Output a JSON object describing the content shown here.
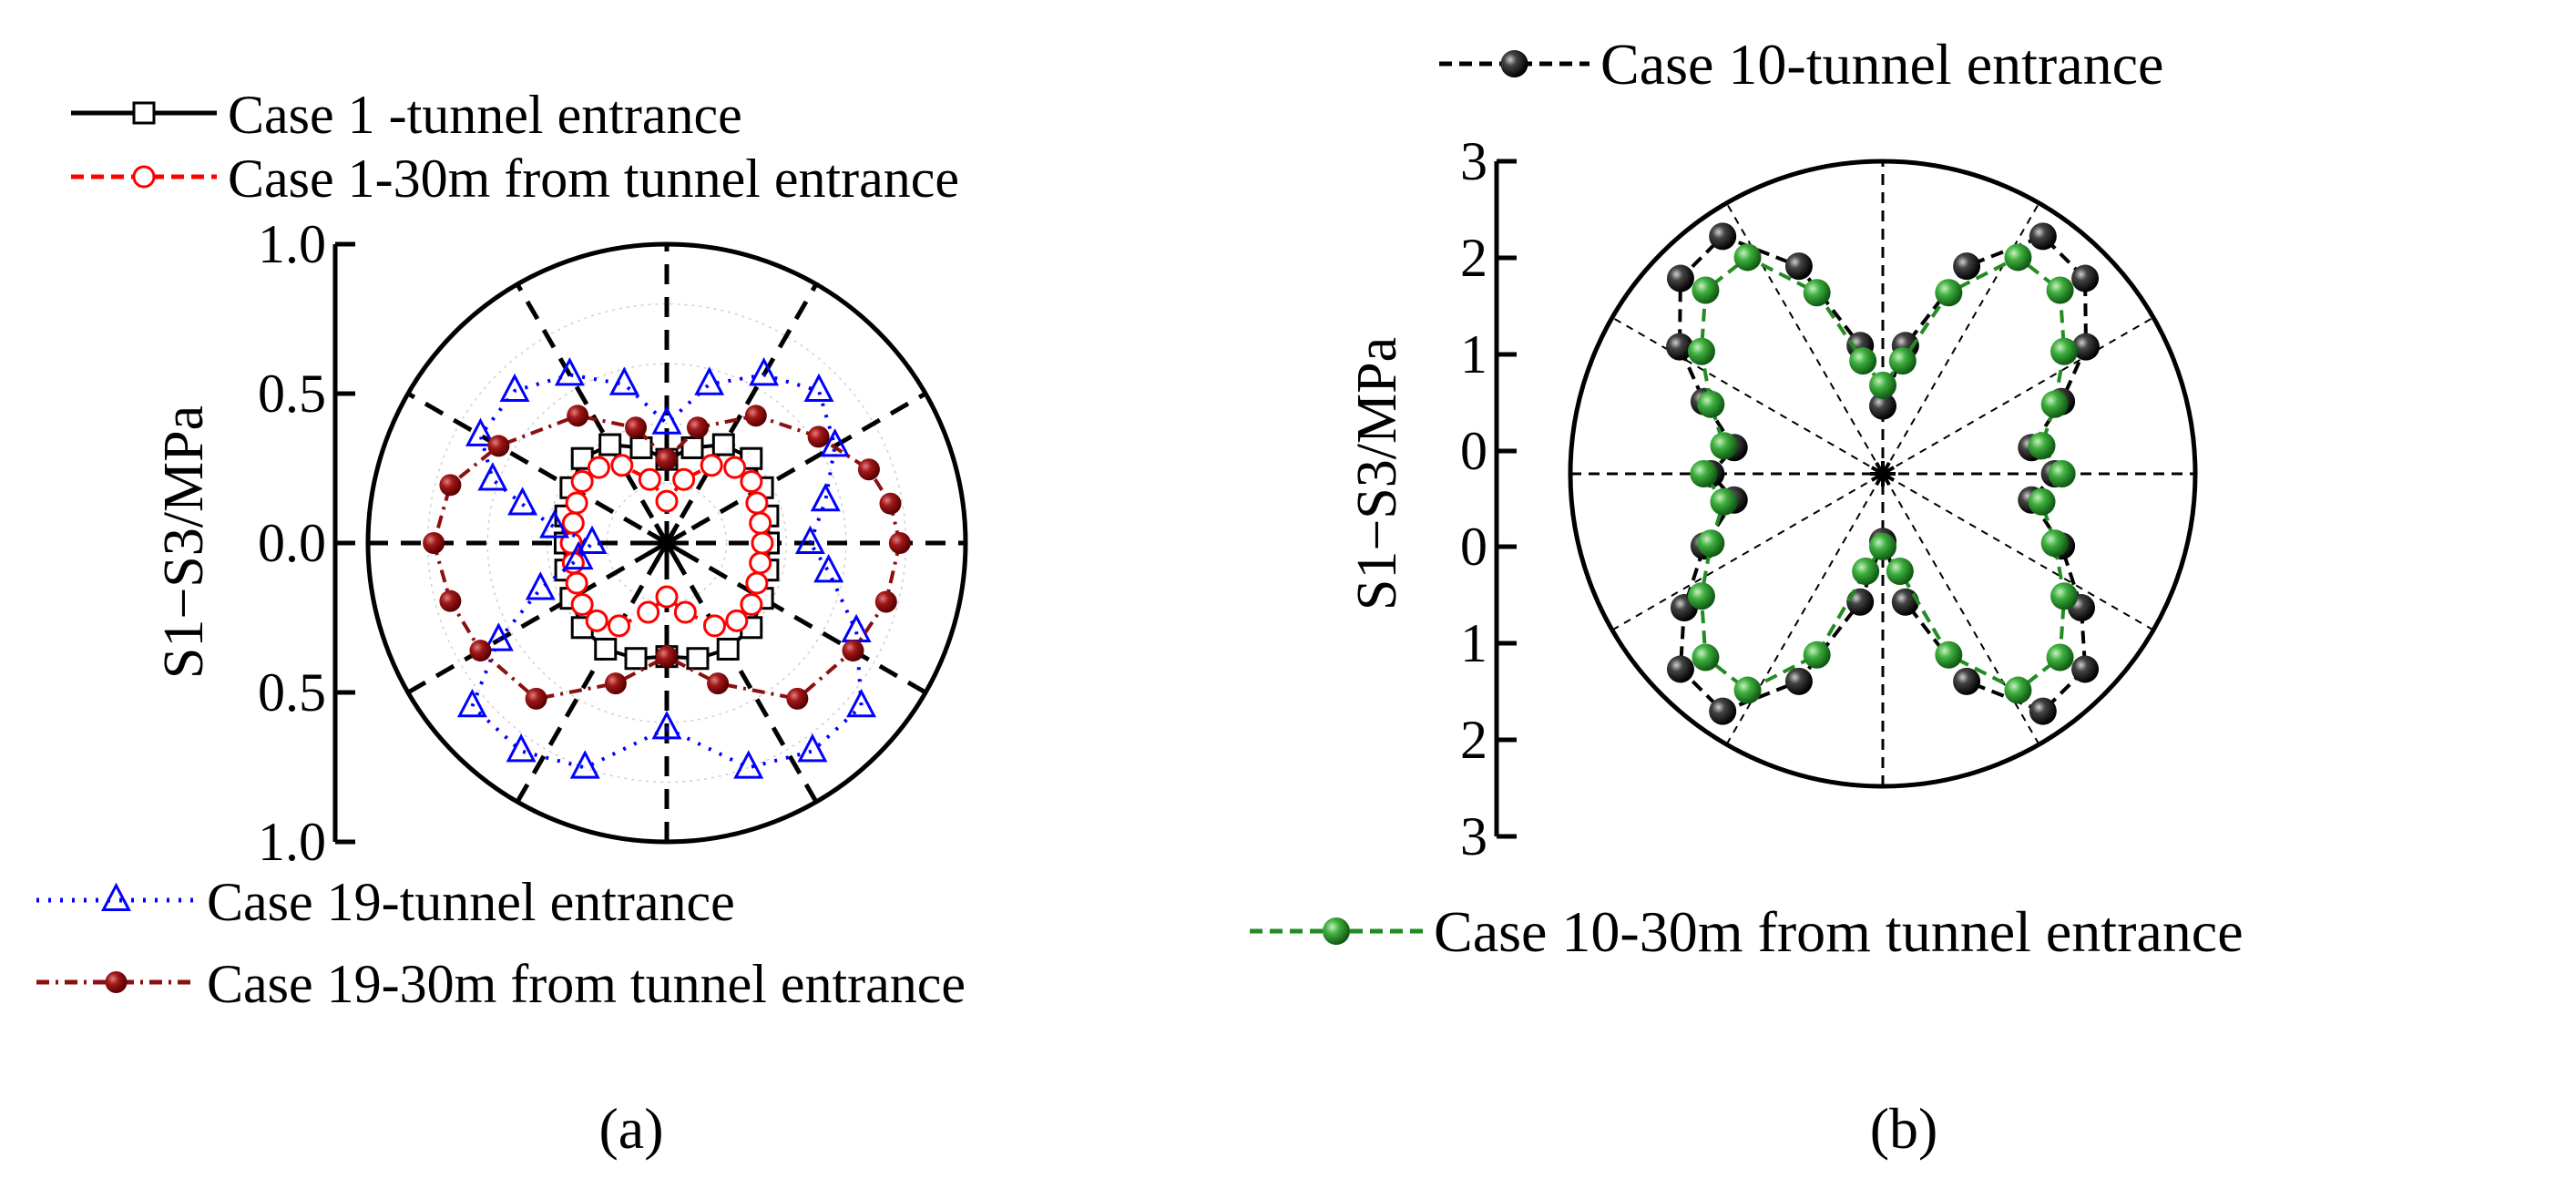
{
  "chart_data": [
    {
      "panel": "(a)",
      "type": "polar-scatter-line",
      "ylabel": "S1−S3/MPa",
      "rlim": [
        0,
        1.0
      ],
      "r_axis_ticks": [
        "1.0",
        "0.5",
        "0.0",
        "0.5",
        "1.0"
      ],
      "grid": true,
      "legend_placement": "top and bottom",
      "series": [
        {
          "name": "Case 1 -tunnel entrance",
          "color": "#000000",
          "marker": "square-open",
          "line": "solid",
          "points": [
            {
              "theta": 0,
              "r": 0.34
            },
            {
              "theta": 15,
              "r": 0.35
            },
            {
              "theta": 30,
              "r": 0.37
            },
            {
              "theta": 45,
              "r": 0.4
            },
            {
              "theta": 60,
              "r": 0.38
            },
            {
              "theta": 75,
              "r": 0.33
            },
            {
              "theta": 90,
              "r": 0.28
            },
            {
              "theta": 105,
              "r": 0.33
            },
            {
              "theta": 120,
              "r": 0.38
            },
            {
              "theta": 135,
              "r": 0.4
            },
            {
              "theta": 150,
              "r": 0.37
            },
            {
              "theta": 165,
              "r": 0.35
            },
            {
              "theta": 180,
              "r": 0.34
            },
            {
              "theta": 195,
              "r": 0.35
            },
            {
              "theta": 210,
              "r": 0.37
            },
            {
              "theta": 225,
              "r": 0.4
            },
            {
              "theta": 240,
              "r": 0.41
            },
            {
              "theta": 255,
              "r": 0.4
            },
            {
              "theta": 270,
              "r": 0.38
            },
            {
              "theta": 285,
              "r": 0.4
            },
            {
              "theta": 300,
              "r": 0.41
            },
            {
              "theta": 315,
              "r": 0.4
            },
            {
              "theta": 330,
              "r": 0.37
            },
            {
              "theta": 345,
              "r": 0.35
            }
          ]
        },
        {
          "name": "Case 1-30m from tunnel entrance",
          "color": "#ff0000",
          "marker": "circle-open",
          "line": "dashed",
          "points": [
            {
              "theta": 0,
              "r": 0.32
            },
            {
              "theta": 12,
              "r": 0.32
            },
            {
              "theta": 24,
              "r": 0.33
            },
            {
              "theta": 36,
              "r": 0.35
            },
            {
              "theta": 48,
              "r": 0.34
            },
            {
              "theta": 60,
              "r": 0.3
            },
            {
              "theta": 75,
              "r": 0.22
            },
            {
              "theta": 90,
              "r": 0.14
            },
            {
              "theta": 105,
              "r": 0.22
            },
            {
              "theta": 120,
              "r": 0.3
            },
            {
              "theta": 132,
              "r": 0.34
            },
            {
              "theta": 144,
              "r": 0.35
            },
            {
              "theta": 156,
              "r": 0.33
            },
            {
              "theta": 168,
              "r": 0.32
            },
            {
              "theta": 180,
              "r": 0.32
            },
            {
              "theta": 192,
              "r": 0.32
            },
            {
              "theta": 204,
              "r": 0.33
            },
            {
              "theta": 216,
              "r": 0.35
            },
            {
              "theta": 228,
              "r": 0.35
            },
            {
              "theta": 240,
              "r": 0.32
            },
            {
              "theta": 255,
              "r": 0.24
            },
            {
              "theta": 270,
              "r": 0.18
            },
            {
              "theta": 285,
              "r": 0.24
            },
            {
              "theta": 300,
              "r": 0.32
            },
            {
              "theta": 312,
              "r": 0.35
            },
            {
              "theta": 324,
              "r": 0.35
            },
            {
              "theta": 336,
              "r": 0.33
            },
            {
              "theta": 348,
              "r": 0.32
            }
          ]
        },
        {
          "name": "Case 19-tunnel entrance",
          "color": "#0000ff",
          "marker": "triangle-open",
          "line": "dotted",
          "points": [
            {
              "theta": 0,
              "r": 0.48
            },
            {
              "theta": 15,
              "r": 0.55
            },
            {
              "theta": 30,
              "r": 0.65
            },
            {
              "theta": 45,
              "r": 0.72
            },
            {
              "theta": 60,
              "r": 0.65
            },
            {
              "theta": 75,
              "r": 0.55
            },
            {
              "theta": 90,
              "r": 0.4
            },
            {
              "theta": 105,
              "r": 0.55
            },
            {
              "theta": 120,
              "r": 0.65
            },
            {
              "theta": 135,
              "r": 0.72
            },
            {
              "theta": 150,
              "r": 0.72
            },
            {
              "theta": 160,
              "r": 0.62
            },
            {
              "theta": 165,
              "r": 0.5
            },
            {
              "theta": 172,
              "r": 0.38
            },
            {
              "theta": 180,
              "r": 0.25
            },
            {
              "theta": 190,
              "r": 0.3
            },
            {
              "theta": 200,
              "r": 0.45
            },
            {
              "theta": 210,
              "r": 0.65
            },
            {
              "theta": 220,
              "r": 0.85
            },
            {
              "theta": 235,
              "r": 0.85
            },
            {
              "theta": 250,
              "r": 0.8
            },
            {
              "theta": 270,
              "r": 0.62
            },
            {
              "theta": 290,
              "r": 0.8
            },
            {
              "theta": 305,
              "r": 0.85
            },
            {
              "theta": 320,
              "r": 0.85
            },
            {
              "theta": 335,
              "r": 0.7
            },
            {
              "theta": 350,
              "r": 0.55
            }
          ]
        },
        {
          "name": "Case 19-30m from tunnel entrance",
          "color": "#8b1010",
          "marker": "circle-filled",
          "line": "dash-dot",
          "points": [
            {
              "theta": 0,
              "r": 0.78
            },
            {
              "theta": 10,
              "r": 0.76
            },
            {
              "theta": 20,
              "r": 0.72
            },
            {
              "theta": 35,
              "r": 0.62
            },
            {
              "theta": 55,
              "r": 0.52
            },
            {
              "theta": 75,
              "r": 0.4
            },
            {
              "theta": 90,
              "r": 0.28
            },
            {
              "theta": 105,
              "r": 0.4
            },
            {
              "theta": 125,
              "r": 0.52
            },
            {
              "theta": 150,
              "r": 0.65
            },
            {
              "theta": 165,
              "r": 0.75
            },
            {
              "theta": 180,
              "r": 0.78
            },
            {
              "theta": 195,
              "r": 0.75
            },
            {
              "theta": 210,
              "r": 0.72
            },
            {
              "theta": 230,
              "r": 0.68
            },
            {
              "theta": 250,
              "r": 0.5
            },
            {
              "theta": 270,
              "r": 0.38
            },
            {
              "theta": 290,
              "r": 0.5
            },
            {
              "theta": 310,
              "r": 0.68
            },
            {
              "theta": 330,
              "r": 0.72
            },
            {
              "theta": 345,
              "r": 0.76
            }
          ]
        }
      ]
    },
    {
      "panel": "(b)",
      "type": "polar-scatter-line",
      "ylabel": "S1−S3/MPa",
      "rlim": [
        0,
        3
      ],
      "r_axis_ticks": [
        "3",
        "2",
        "1",
        "0",
        "0",
        "1",
        "2",
        "3"
      ],
      "grid": true,
      "legend_placement": "top and bottom",
      "series": [
        {
          "name": "Case 10-tunnel entrance",
          "color": "#000000",
          "marker": "sphere-filled",
          "line": "dashed",
          "points": [
            {
              "theta": 0,
              "r": 1.65
            },
            {
              "theta": 10,
              "r": 1.45
            },
            {
              "theta": 22,
              "r": 1.85
            },
            {
              "theta": 32,
              "r": 2.3
            },
            {
              "theta": 44,
              "r": 2.7
            },
            {
              "theta": 56,
              "r": 2.75
            },
            {
              "theta": 68,
              "r": 2.15
            },
            {
              "theta": 80,
              "r": 1.25
            },
            {
              "theta": 90,
              "r": 0.65
            },
            {
              "theta": 100,
              "r": 1.25
            },
            {
              "theta": 112,
              "r": 2.15
            },
            {
              "theta": 124,
              "r": 2.75
            },
            {
              "theta": 136,
              "r": 2.7
            },
            {
              "theta": 148,
              "r": 2.3
            },
            {
              "theta": 158,
              "r": 1.85
            },
            {
              "theta": 170,
              "r": 1.45
            },
            {
              "theta": 180,
              "r": 1.65
            },
            {
              "theta": 190,
              "r": 1.45
            },
            {
              "theta": 202,
              "r": 1.85
            },
            {
              "theta": 214,
              "r": 2.3
            },
            {
              "theta": 224,
              "r": 2.7
            },
            {
              "theta": 236,
              "r": 2.75
            },
            {
              "theta": 248,
              "r": 2.15
            },
            {
              "theta": 260,
              "r": 1.25
            },
            {
              "theta": 270,
              "r": 0.65
            },
            {
              "theta": 280,
              "r": 1.25
            },
            {
              "theta": 292,
              "r": 2.15
            },
            {
              "theta": 304,
              "r": 2.75
            },
            {
              "theta": 316,
              "r": 2.7
            },
            {
              "theta": 326,
              "r": 2.3
            },
            {
              "theta": 338,
              "r": 1.85
            },
            {
              "theta": 350,
              "r": 1.45
            }
          ]
        },
        {
          "name": "Case 10-30m from tunnel entrance",
          "color": "#228b22",
          "marker": "sphere-filled",
          "line": "dashed",
          "points": [
            {
              "theta": 0,
              "r": 1.72
            },
            {
              "theta": 10,
              "r": 1.55
            },
            {
              "theta": 22,
              "r": 1.78
            },
            {
              "theta": 34,
              "r": 2.1
            },
            {
              "theta": 46,
              "r": 2.45
            },
            {
              "theta": 58,
              "r": 2.45
            },
            {
              "theta": 70,
              "r": 1.85
            },
            {
              "theta": 80,
              "r": 1.1
            },
            {
              "theta": 90,
              "r": 0.85
            },
            {
              "theta": 100,
              "r": 1.1
            },
            {
              "theta": 110,
              "r": 1.85
            },
            {
              "theta": 122,
              "r": 2.45
            },
            {
              "theta": 134,
              "r": 2.45
            },
            {
              "theta": 146,
              "r": 2.1
            },
            {
              "theta": 158,
              "r": 1.78
            },
            {
              "theta": 170,
              "r": 1.55
            },
            {
              "theta": 180,
              "r": 1.72
            },
            {
              "theta": 190,
              "r": 1.55
            },
            {
              "theta": 202,
              "r": 1.78
            },
            {
              "theta": 214,
              "r": 2.1
            },
            {
              "theta": 226,
              "r": 2.45
            },
            {
              "theta": 238,
              "r": 2.45
            },
            {
              "theta": 250,
              "r": 1.85
            },
            {
              "theta": 260,
              "r": 0.95
            },
            {
              "theta": 270,
              "r": 0.7
            },
            {
              "theta": 280,
              "r": 0.95
            },
            {
              "theta": 290,
              "r": 1.85
            },
            {
              "theta": 302,
              "r": 2.45
            },
            {
              "theta": 314,
              "r": 2.45
            },
            {
              "theta": 326,
              "r": 2.1
            },
            {
              "theta": 338,
              "r": 1.78
            },
            {
              "theta": 350,
              "r": 1.55
            }
          ]
        }
      ]
    }
  ],
  "captions": {
    "a": "(a)",
    "b": "(b)"
  }
}
